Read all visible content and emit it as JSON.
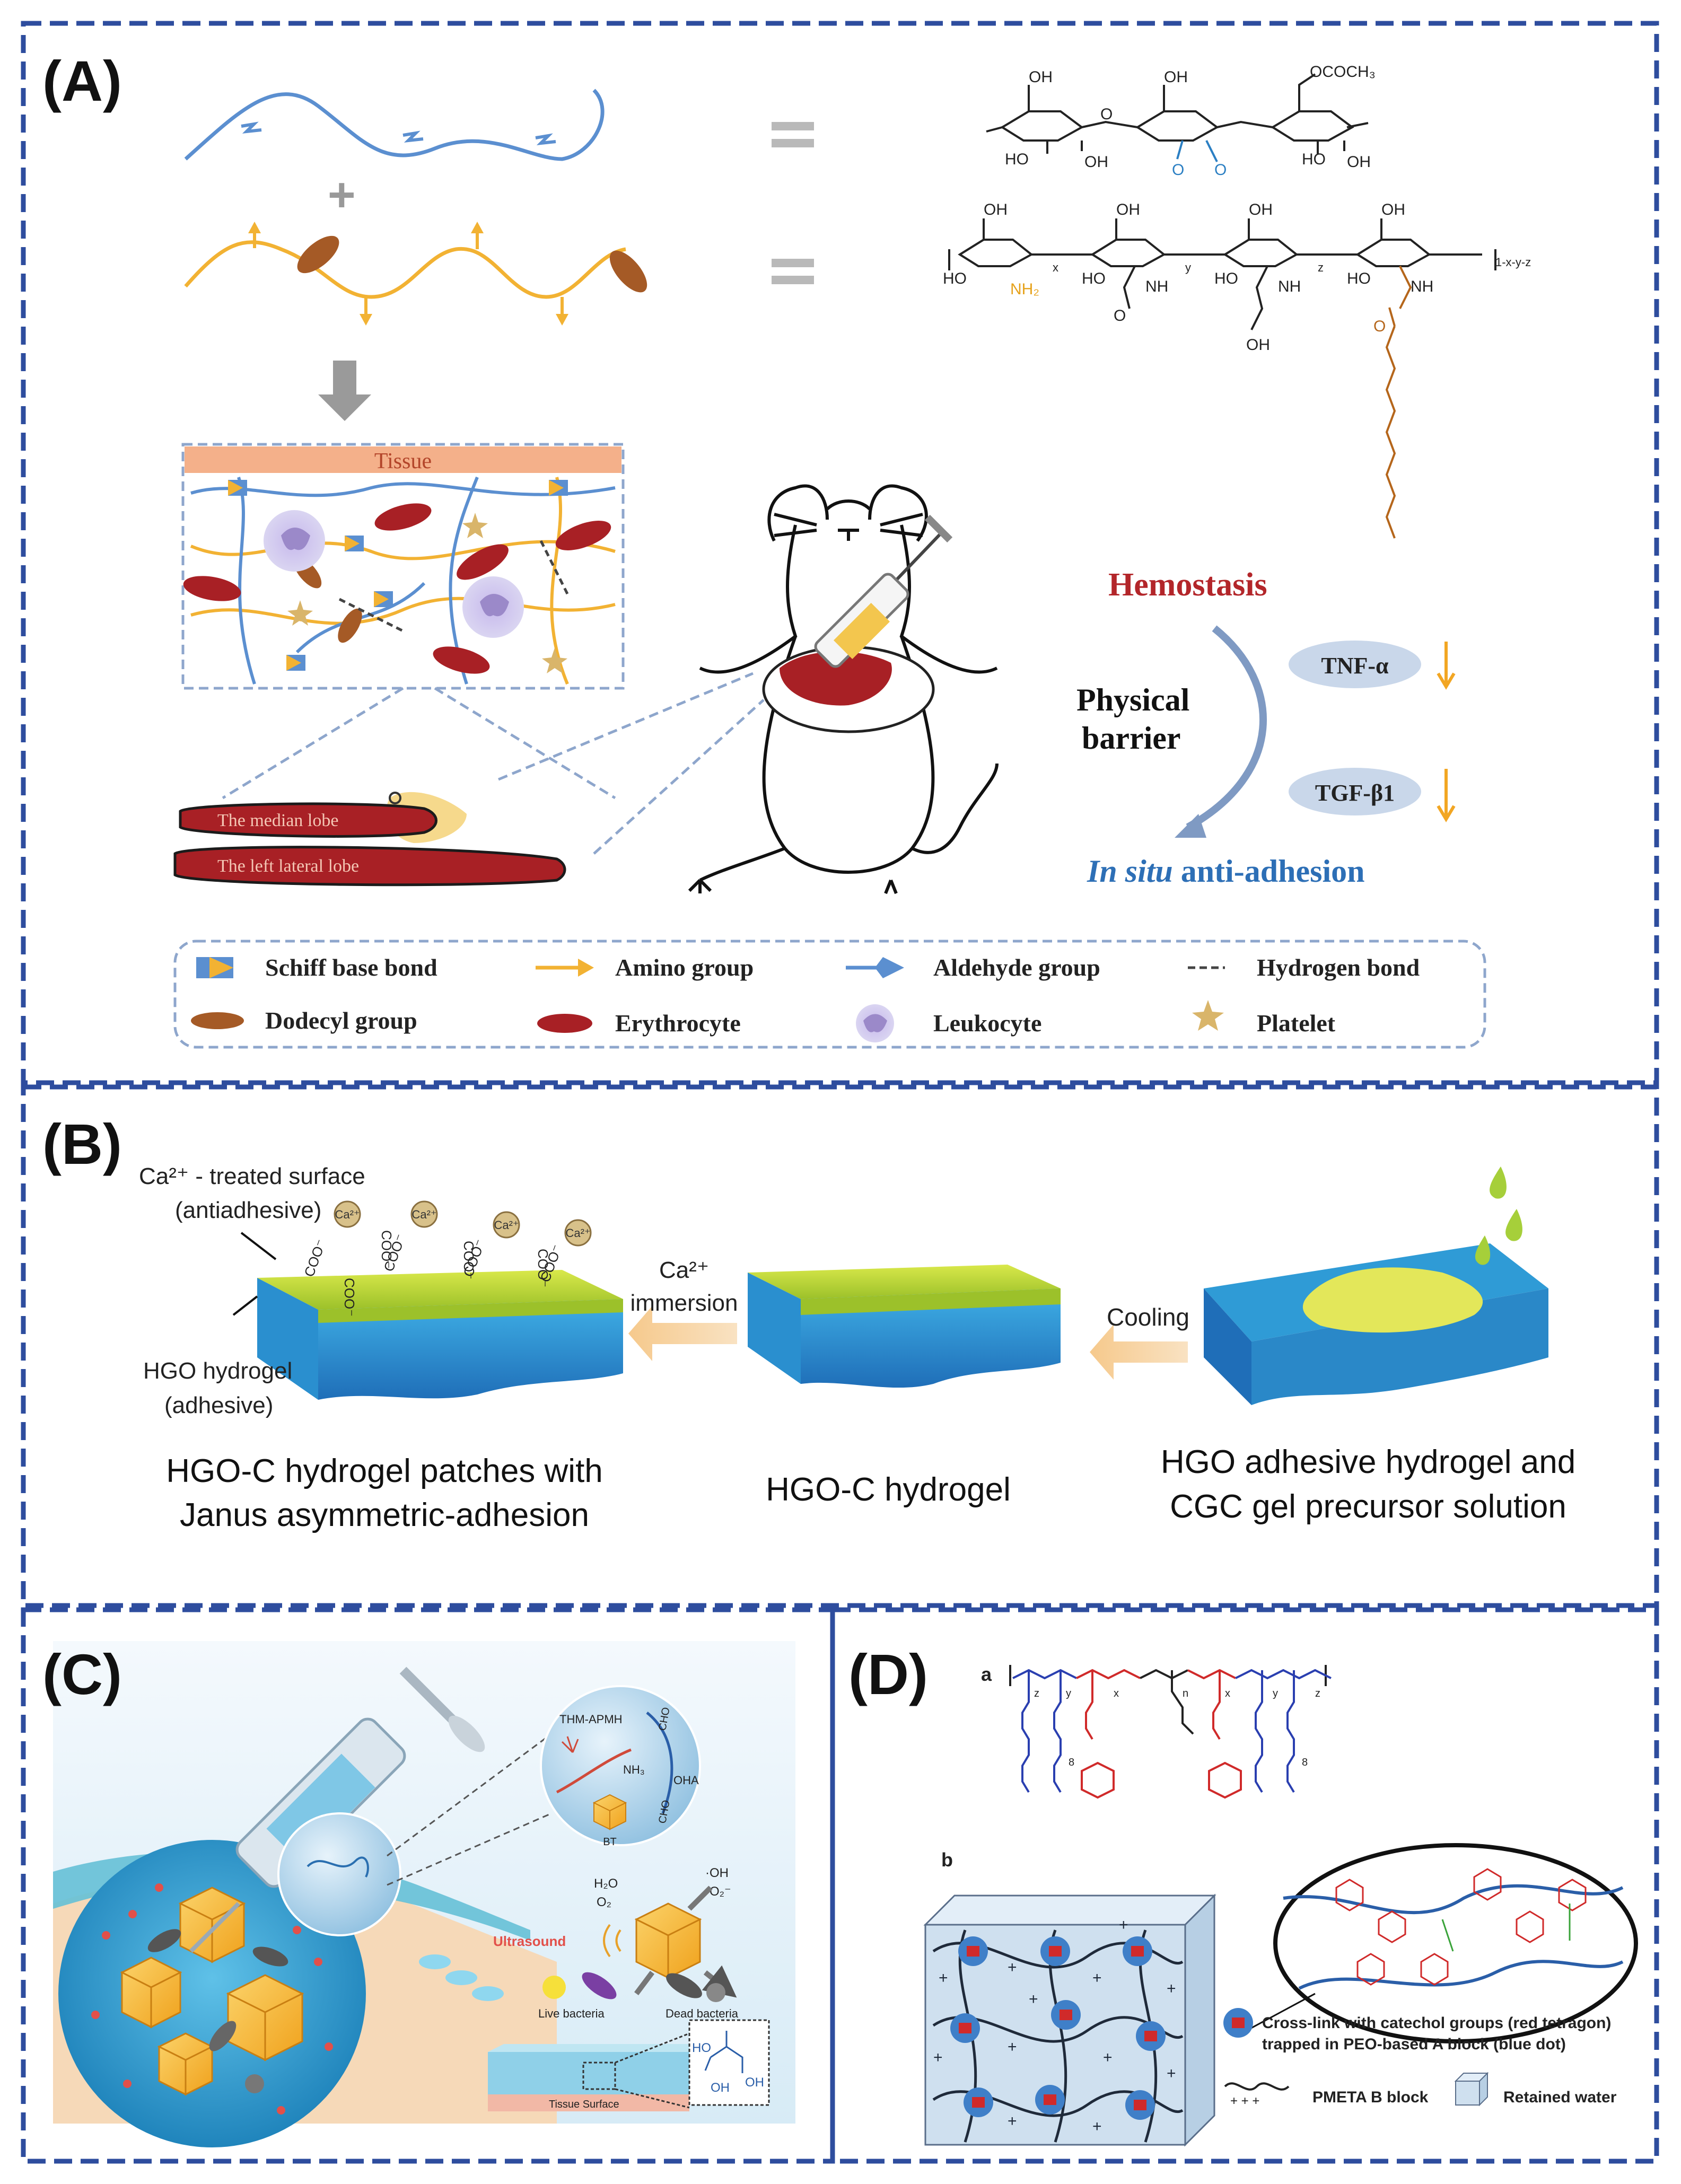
{
  "panels": {
    "a": {
      "label": "(A)",
      "tissue_label": "Tissue",
      "median_lobe": "The median lobe",
      "left_lobe": "The  left lateral lobe",
      "hemostasis": "Hemostasis",
      "physical_barrier_line1": "Physical",
      "physical_barrier_line2": "barrier",
      "tnf": "TNF-α",
      "tgf": "TGF-β1",
      "in_situ_italic": "In situ",
      "anti_adhesion": " anti-adhesion",
      "chem1": {
        "ch2oh_1": "OH",
        "ho_1": "HO",
        "oh_1": "OH",
        "o_1": "O",
        "o_2": "O",
        "o_3": "O",
        "ch2oh_2": "OH",
        "ho_2": "HO",
        "oh_2": "OH",
        "ococh3": "OCOCH₃"
      },
      "chem2": {
        "oh_a": "OH",
        "oh_b": "OH",
        "oh_c": "OH",
        "oh_d": "OH",
        "ho_a": "HO",
        "ho_b": "HO",
        "ho_c": "HO",
        "ho_d": "HO",
        "nh2": "NH₂",
        "nh_b": "NH",
        "nh_c": "NH",
        "nh_d": "NH",
        "sub_x": "x",
        "sub_y": "y",
        "sub_z": "z",
        "sub_end": "1-x-y-z",
        "o_tail": "O",
        "oh_tail": "OH",
        "o_acid": "O"
      },
      "legend": {
        "schiff": "Schiff base bond",
        "amino": "Amino group",
        "aldehyde": "Aldehyde group",
        "hbond": "Hydrogen bond",
        "dodecyl": "Dodecyl group",
        "erythro": "Erythrocyte",
        "leuko": "Leukocyte",
        "platelet": "Platelet"
      }
    },
    "b": {
      "label": "(B)",
      "ca_surface_line1": "Ca²⁺ - treated surface",
      "ca_surface_line2": "(antiadhesive)",
      "hgo_hydrogel_line1": "HGO hydrogel",
      "hgo_hydrogel_line2": "(adhesive)",
      "ca_ion": "Ca²⁺",
      "coo": "COO⁻",
      "immersion_line1": "Ca²⁺",
      "immersion_line2": "immersion",
      "cooling": "Cooling",
      "caption_left_line1": "HGO-C hydrogel patches with",
      "caption_left_line2": "Janus asymmetric-adhesion",
      "caption_mid": "HGO-C hydrogel",
      "caption_right_line1": "HGO adhesive hydrogel and",
      "caption_right_line2": "CGC gel precursor solution"
    },
    "c": {
      "label": "(C)",
      "thm_apmh": "THM-APMH",
      "nh3": "NH₃",
      "cho1": "CHO",
      "cho2": "CHO",
      "oha": "OHA",
      "bt": "BT",
      "h2o": "H₂O",
      "o2": "O₂",
      "oh_rad": "·OH",
      "o2_rad": "·O₂⁻",
      "ultrasound": "Ultrasound",
      "live": "Live bacteria",
      "dead": "Dead bacteria",
      "tissue_surface": "Tissue Surface",
      "ho": "HO",
      "oh1": "OH",
      "oh2": "OH"
    },
    "d": {
      "label": "(D)",
      "sub_a": "a",
      "sub_b": "b",
      "crosslink_line1": "Cross-link with catechol groups (red tetragon)",
      "crosslink_line2": "trapped in PEO-based A block (blue dot)",
      "pmeta": "PMETA B block",
      "retained": "Retained water",
      "sub_z": "z",
      "sub_y": "y",
      "sub_x": "x",
      "sub_n": "n",
      "eight_1": "8",
      "eight_2": "8"
    }
  },
  "colors": {
    "frame": "#2e4d9e",
    "aldehyde_chain": "#5b8fd0",
    "amino_chain": "#f2b233",
    "erythrocyte": "#a82025",
    "dodecyl": "#a55a26",
    "leukocyte": "#9b89c9",
    "platelet": "#d9b56a",
    "hemostasis_red": "#b3262a",
    "insitu_blue": "#2d6fb6",
    "tissue_band": "#f4b08a",
    "hydrogel_green": "#b5d42e",
    "hydrogel_blue": "#2f9bd6",
    "arrow_peach": "#f7cf9c"
  }
}
